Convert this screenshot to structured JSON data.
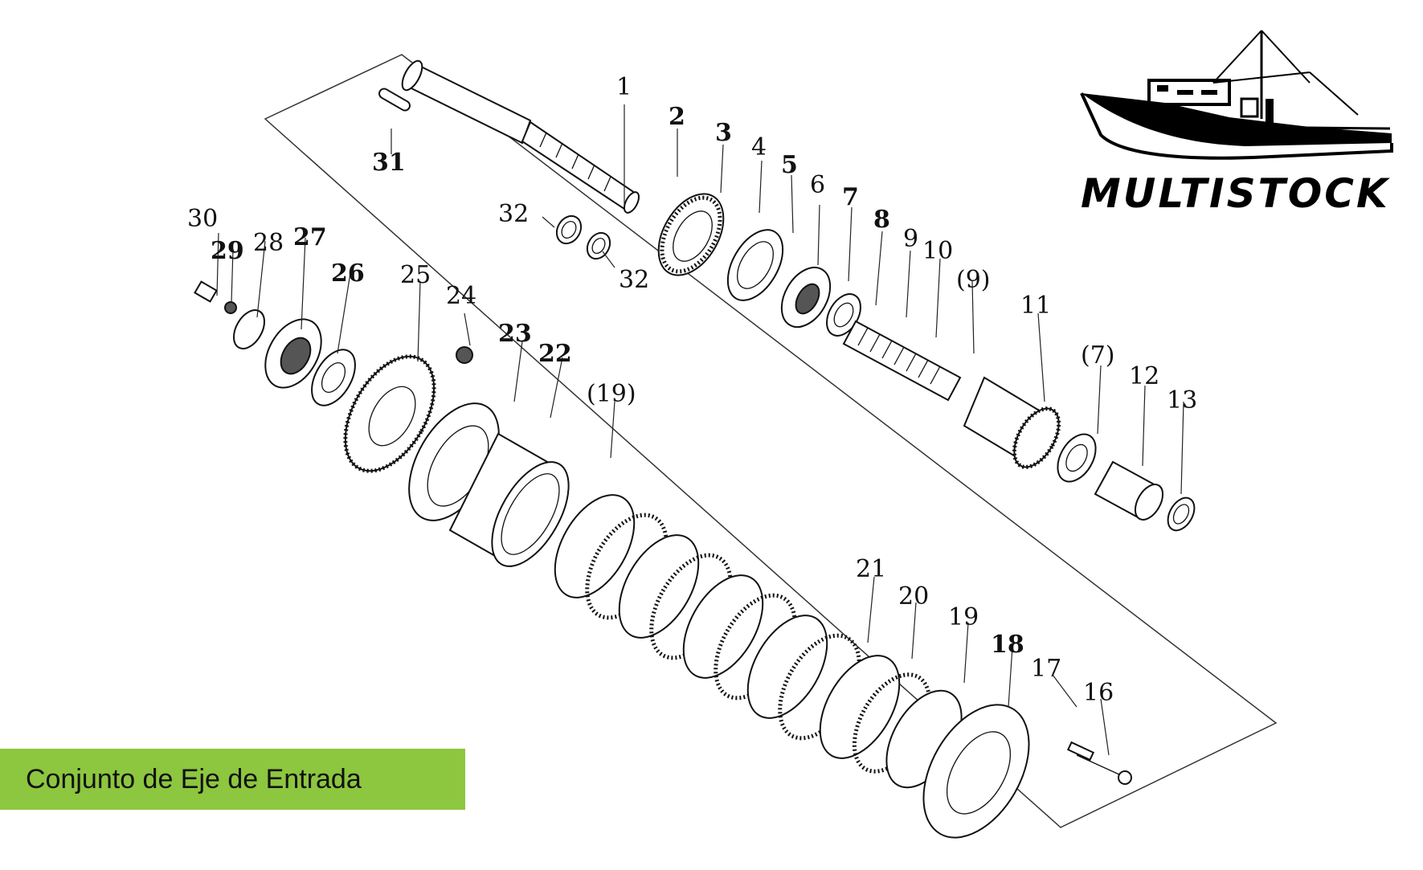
{
  "brand": {
    "name": "MULTISTOCK",
    "logo_icon": "fishing-boat-icon"
  },
  "caption": {
    "text": "Conjunto de Eje de Entrada",
    "background": "#8dc63f"
  },
  "part_labels": [
    {
      "id": "p1",
      "text": "1"
    },
    {
      "id": "p2",
      "text": "2"
    },
    {
      "id": "p3",
      "text": "3"
    },
    {
      "id": "p4",
      "text": "4"
    },
    {
      "id": "p5",
      "text": "5"
    },
    {
      "id": "p6",
      "text": "6"
    },
    {
      "id": "p7",
      "text": "7"
    },
    {
      "id": "p8",
      "text": "8"
    },
    {
      "id": "p9",
      "text": "9"
    },
    {
      "id": "p10",
      "text": "10"
    },
    {
      "id": "p9b",
      "text": "(9)"
    },
    {
      "id": "p11",
      "text": "11"
    },
    {
      "id": "p7b",
      "text": "(7)"
    },
    {
      "id": "p12",
      "text": "12"
    },
    {
      "id": "p13",
      "text": "13"
    },
    {
      "id": "p31",
      "text": "31"
    },
    {
      "id": "p32a",
      "text": "32"
    },
    {
      "id": "p32b",
      "text": "32"
    },
    {
      "id": "p30",
      "text": "30"
    },
    {
      "id": "p29",
      "text": "29"
    },
    {
      "id": "p28",
      "text": "28"
    },
    {
      "id": "p27",
      "text": "27"
    },
    {
      "id": "p26",
      "text": "26"
    },
    {
      "id": "p25",
      "text": "25"
    },
    {
      "id": "p24",
      "text": "24"
    },
    {
      "id": "p23",
      "text": "23"
    },
    {
      "id": "p22",
      "text": "22"
    },
    {
      "id": "p19b",
      "text": "(19)"
    },
    {
      "id": "p21",
      "text": "21"
    },
    {
      "id": "p20",
      "text": "20"
    },
    {
      "id": "p19",
      "text": "19"
    },
    {
      "id": "p18",
      "text": "18"
    },
    {
      "id": "p17",
      "text": "17"
    },
    {
      "id": "p16",
      "text": "16"
    }
  ]
}
